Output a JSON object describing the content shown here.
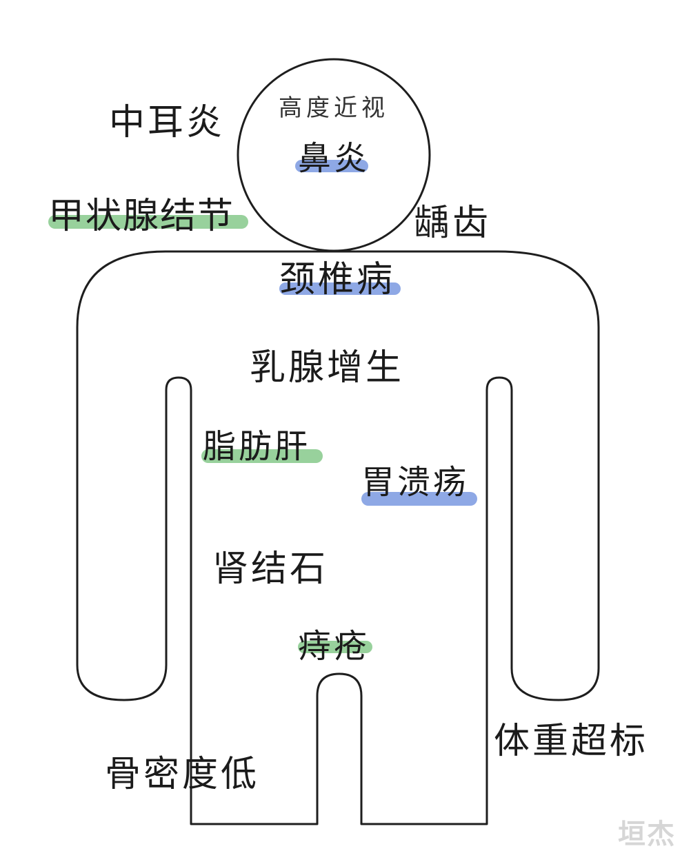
{
  "colors": {
    "outline": "#1e1e1e",
    "highlight_green": "#86c98b",
    "highlight_blue": "#7a99e0",
    "text": "#1b1b1b",
    "background": "#ffffff"
  },
  "labels": {
    "head_top": "高度近视",
    "nose": "鼻炎",
    "ear": "中耳炎",
    "thyroid": "甲状腺结节",
    "teeth": "龋齿",
    "neck": "颈椎病",
    "breast": "乳腺增生",
    "liver": "脂肪肝",
    "stomach": "胃溃疡",
    "kidney": "肾结石",
    "hemorrhoid": "痔疮",
    "bone": "骨密度低",
    "weight": "体重超标"
  },
  "highlights": {
    "nose": "blue",
    "thyroid": "green",
    "neck": "blue",
    "liver": "green",
    "stomach": "blue",
    "hemorrhoid": "green"
  },
  "watermark": "垣杰"
}
